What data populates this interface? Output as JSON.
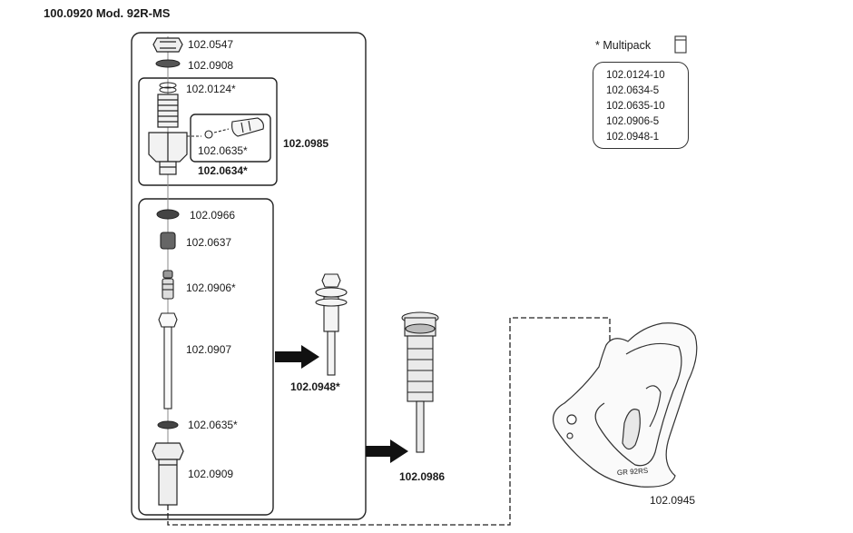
{
  "title": "100.0920 Mod. 92R-MS",
  "multipack": {
    "heading": "* Multipack",
    "icon": "box-icon",
    "items": [
      "102.0124-10",
      "102.0634-5",
      "102.0635-10",
      "102.0906-5",
      "102.0948-1"
    ]
  },
  "parts": {
    "p0547": "102.0547",
    "p0908": "102.0908",
    "p0124": "102.0124*",
    "p0635a": "102.0635*",
    "p0634": "102.0634*",
    "p0985": "102.0985",
    "p0966": "102.0966",
    "p0637": "102.0637",
    "p0906": "102.0906*",
    "p0907": "102.0907",
    "p0635b": "102.0635*",
    "p0909": "102.0909",
    "p0948": "102.0948*",
    "p0986": "102.0986",
    "p0945": "102.0945"
  },
  "housing_label": "GR 92RS"
}
